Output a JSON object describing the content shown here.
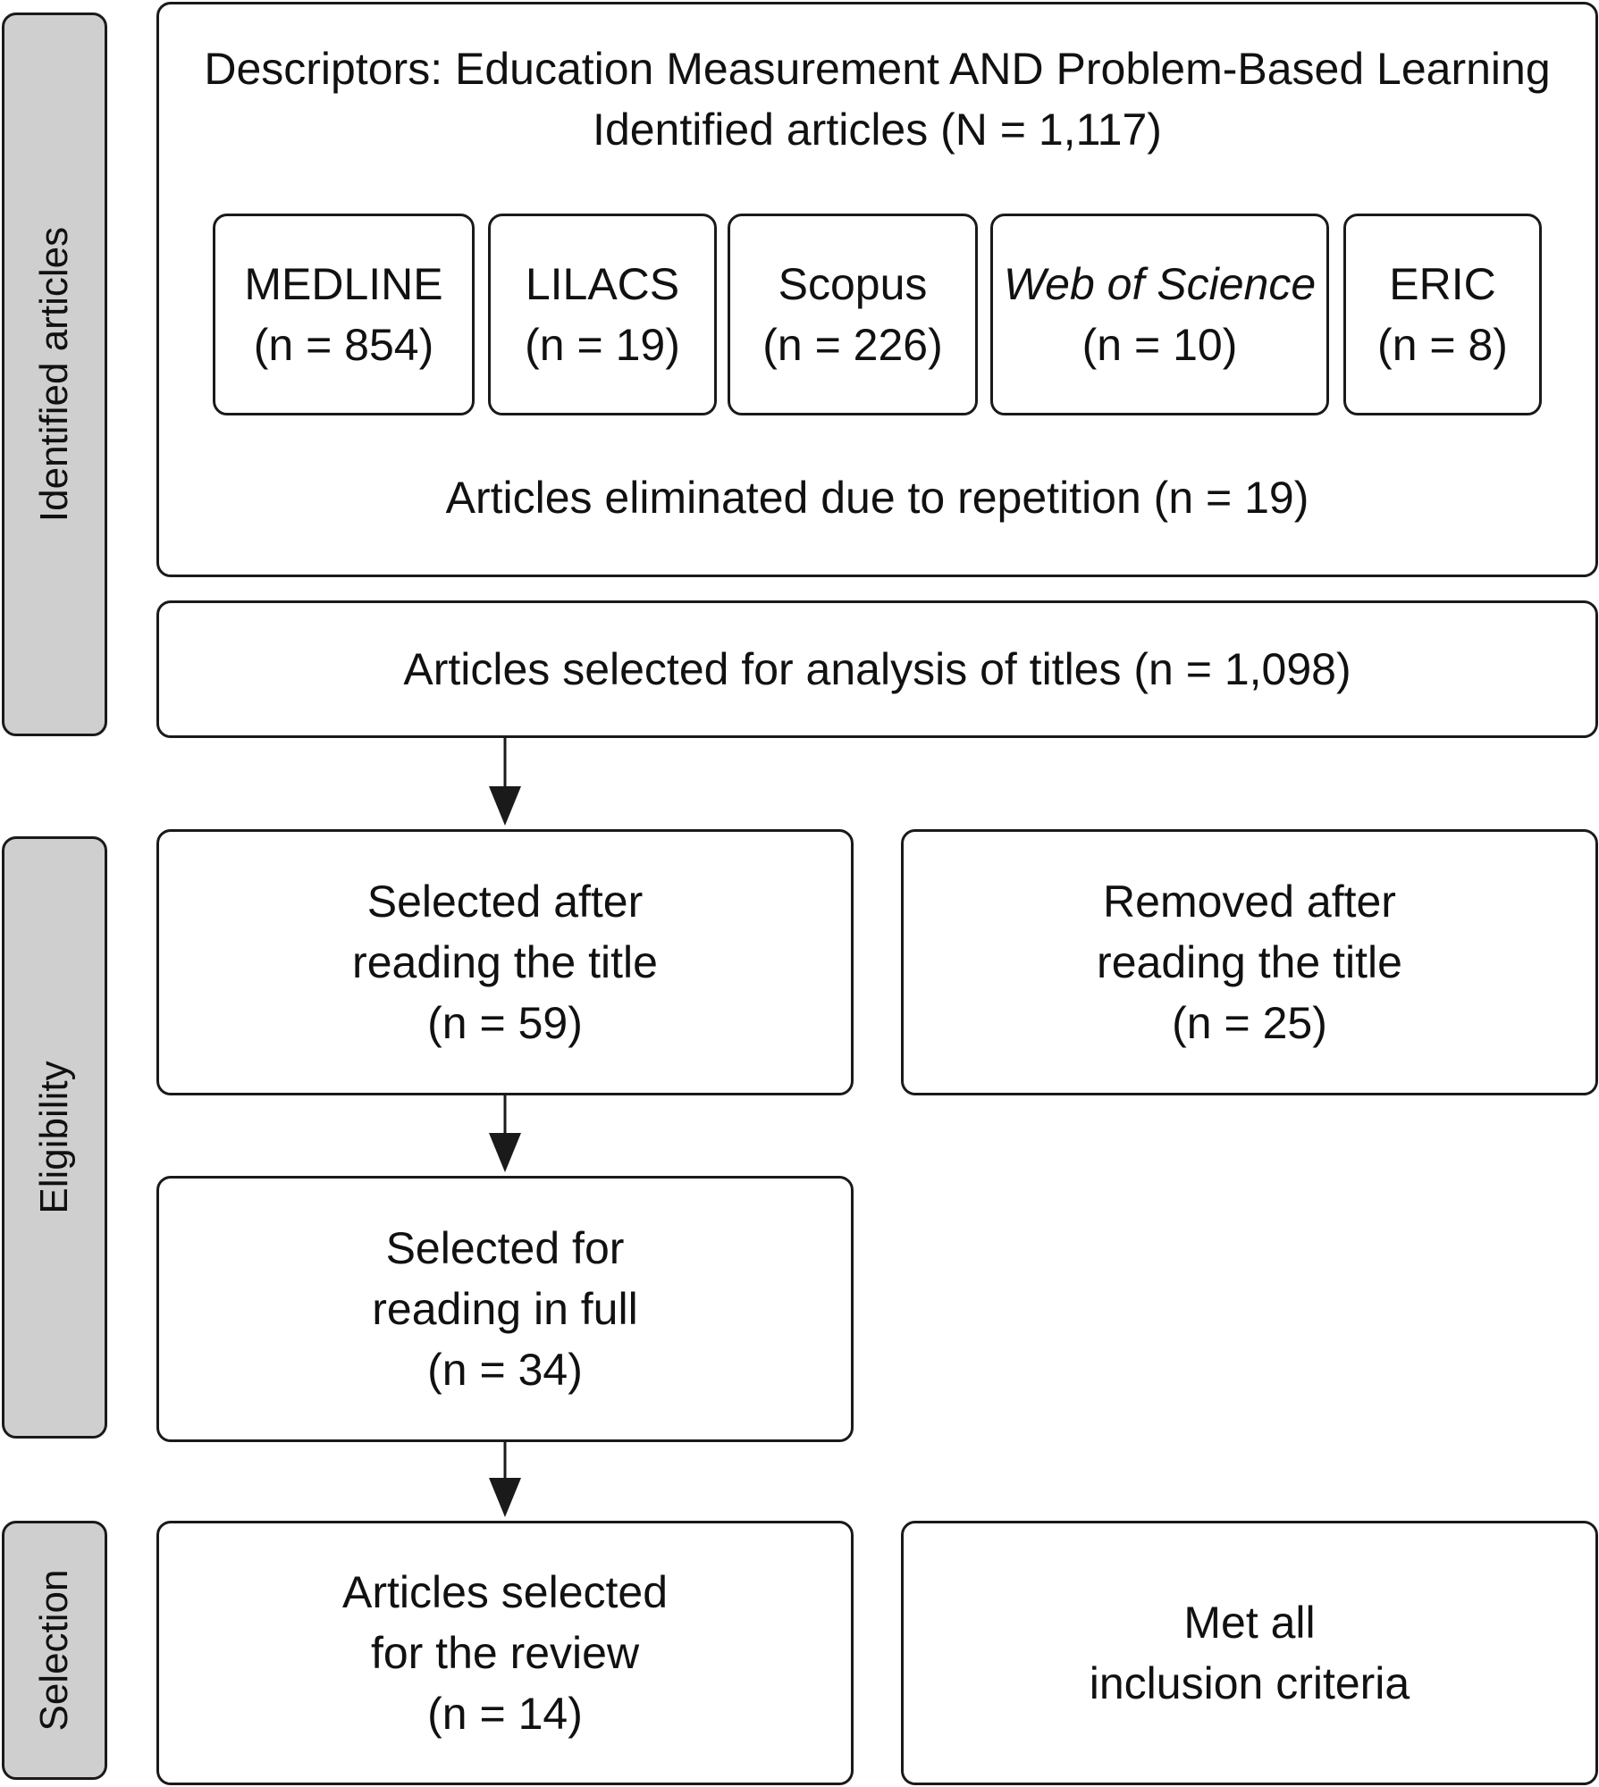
{
  "stages": {
    "identified": "Identified articles",
    "eligibility": "Eligibility",
    "selection": "Selection"
  },
  "identification": {
    "descriptors": "Descriptors: Education Measurement AND Problem-Based Learning",
    "identified_total": "Identified articles (N = 1,117)",
    "databases": [
      {
        "name": "MEDLINE",
        "count": "(n = 854)"
      },
      {
        "name": "LILACS",
        "count": "(n = 19)"
      },
      {
        "name": "Scopus",
        "count": "(n = 226)"
      },
      {
        "name": "Web of Science",
        "count": "(n = 10)"
      },
      {
        "name": "ERIC",
        "count": "(n = 8)"
      }
    ],
    "eliminated": "Articles eliminated due to repetition (n = 19)"
  },
  "title_analysis": "Articles selected for analysis of titles (n = 1,098)",
  "selected_after_title": {
    "line1": "Selected after",
    "line2": "reading the title",
    "line3": "(n = 59)"
  },
  "removed_after_title": {
    "line1": "Removed after",
    "line2": "reading the title",
    "line3": "(n = 25)"
  },
  "selected_full": {
    "line1": "Selected for",
    "line2": "reading in full",
    "line3": "(n = 34)"
  },
  "selected_review": {
    "line1": "Articles selected",
    "line2": "for the review",
    "line3": "(n = 14)"
  },
  "criteria": {
    "line1": "Met all",
    "line2": "inclusion criteria"
  }
}
